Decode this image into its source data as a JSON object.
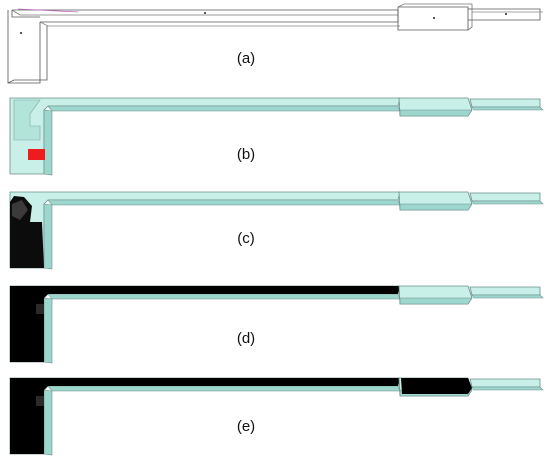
{
  "panels": [
    {
      "label": "(a)",
      "style": "wireframe"
    },
    {
      "label": "(b)",
      "style": "initial"
    },
    {
      "label": "(c)",
      "style": "filling-start"
    },
    {
      "label": "(d)",
      "style": "runner-filled"
    },
    {
      "label": "(e)",
      "style": "cavity-filling"
    }
  ],
  "colors": {
    "fill_cyan": "#c8f0e8",
    "side_cyan": "#9cd6cc",
    "edge": "#6a8f8a",
    "melt": "#000000",
    "gate_red": "#ee1c1c",
    "wire": "#555555"
  }
}
